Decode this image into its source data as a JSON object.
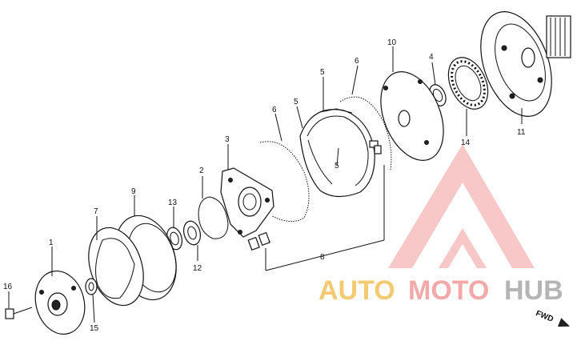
{
  "callouts": {
    "c1": "1",
    "c2": "2",
    "c3": "3",
    "c4": "4",
    "c5a": "5",
    "c5b": "5",
    "c5c": "5",
    "c6a": "6",
    "c6b": "6",
    "c7": "7",
    "c8": "8",
    "c9": "9",
    "c10": "10",
    "c11": "11",
    "c12": "12",
    "c13": "13",
    "c14": "14",
    "c15": "15",
    "c16": "16"
  },
  "watermark": {
    "part1": "AUTO",
    "part2": "MOTO",
    "part3": "HUB",
    "color_gold": "#f2c15a",
    "color_red": "#f39a9a",
    "color_gray": "#a9a9a9"
  },
  "direction": {
    "label": "FWD"
  }
}
